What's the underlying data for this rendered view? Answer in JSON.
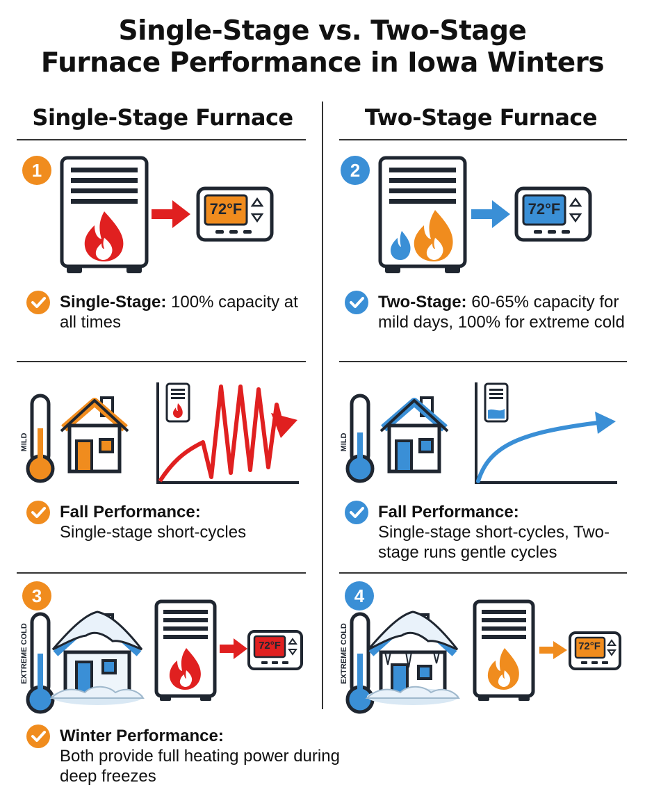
{
  "title": {
    "line1": "Single-Stage vs. Two-Stage",
    "line2": "Furnace Performance in Iowa Winters"
  },
  "columns": {
    "left": "Single-Stage Furnace",
    "right": "Two-Stage Furnace"
  },
  "badges": [
    "1",
    "2",
    "3",
    "4"
  ],
  "thermostat_reading": "72°F",
  "thermometer_labels": {
    "mild": "MILD",
    "extreme": "EXTREME COLD"
  },
  "captions": {
    "single_stage": {
      "bold": "Single-Stage:",
      "text": " 100% capacity at all times"
    },
    "two_stage": {
      "bold": "Two-Stage:",
      "text": " 60-65% capacity for mild days, 100% for extreme cold"
    },
    "fall_left": {
      "bold": "Fall Performance:",
      "text": "Single-stage short-cycles"
    },
    "fall_right": {
      "bold": "Fall Performance:",
      "text": "Single-stage short-cycles, Two-stage runs gentle cycles"
    },
    "winter": {
      "bold": "Winter Performance:",
      "text": "Both provide full heating power during deep freezes"
    }
  },
  "colors": {
    "orange": "#f08c1e",
    "blue": "#3a8fd6",
    "red": "#e02020",
    "dark": "#1f2630"
  },
  "icons": [
    "furnace-icon",
    "flame-icon",
    "thermostat-icon",
    "arrow-icon",
    "thermometer-icon",
    "house-icon",
    "check-icon",
    "cycle-graph-icon"
  ]
}
